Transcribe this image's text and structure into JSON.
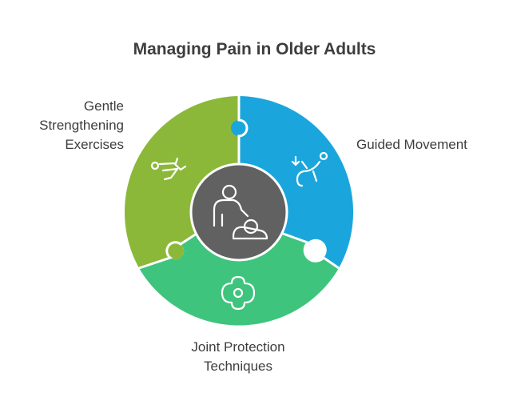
{
  "title": "Managing Pain in Older Adults",
  "segments": [
    {
      "id": "green",
      "label_lines": [
        "Gentle",
        "Strengthening",
        "Exercises"
      ],
      "color": "#8cb83a",
      "icon": "exercise-figure-icon"
    },
    {
      "id": "blue",
      "label_lines": [
        "Guided Movement"
      ],
      "color": "#1aa6dc",
      "icon": "stretching-figure-icon"
    },
    {
      "id": "teal",
      "label_lines": [
        "Joint Protection",
        "Techniques"
      ],
      "color": "#3ec47d",
      "icon": "joint-protection-icon"
    }
  ],
  "center": {
    "color": "#616161",
    "icon": "caregiver-patient-icon"
  }
}
